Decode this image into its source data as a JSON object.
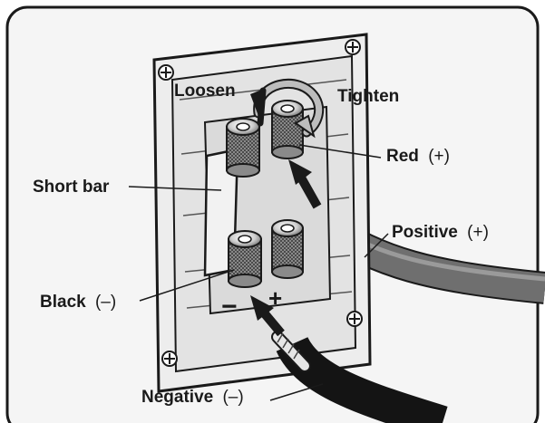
{
  "labels": {
    "loosen": "Loosen",
    "tighten": "Tighten",
    "red_text": "Red",
    "red_sign": "(+)",
    "short_bar": "Short bar",
    "positive_text": "Positive",
    "positive_sign": "(+)",
    "black_text": "Black",
    "black_sign": "(–)",
    "negative_text": "Negative",
    "negative_sign": "(–)"
  },
  "polarity_marks": {
    "minus": "−",
    "plus": "+"
  },
  "icons": {
    "rotate_arrow": "rotation-arrow-icon",
    "screw": "screw-icon",
    "insert_arrow": "insert-arrow-icon"
  },
  "colors": {
    "panel_fill": "#e3e3e3",
    "frame_bg": "#f5f5f5",
    "outline": "#1a1a1a",
    "positive_cable": "#6f6f6f",
    "negative_cable": "#141414"
  }
}
